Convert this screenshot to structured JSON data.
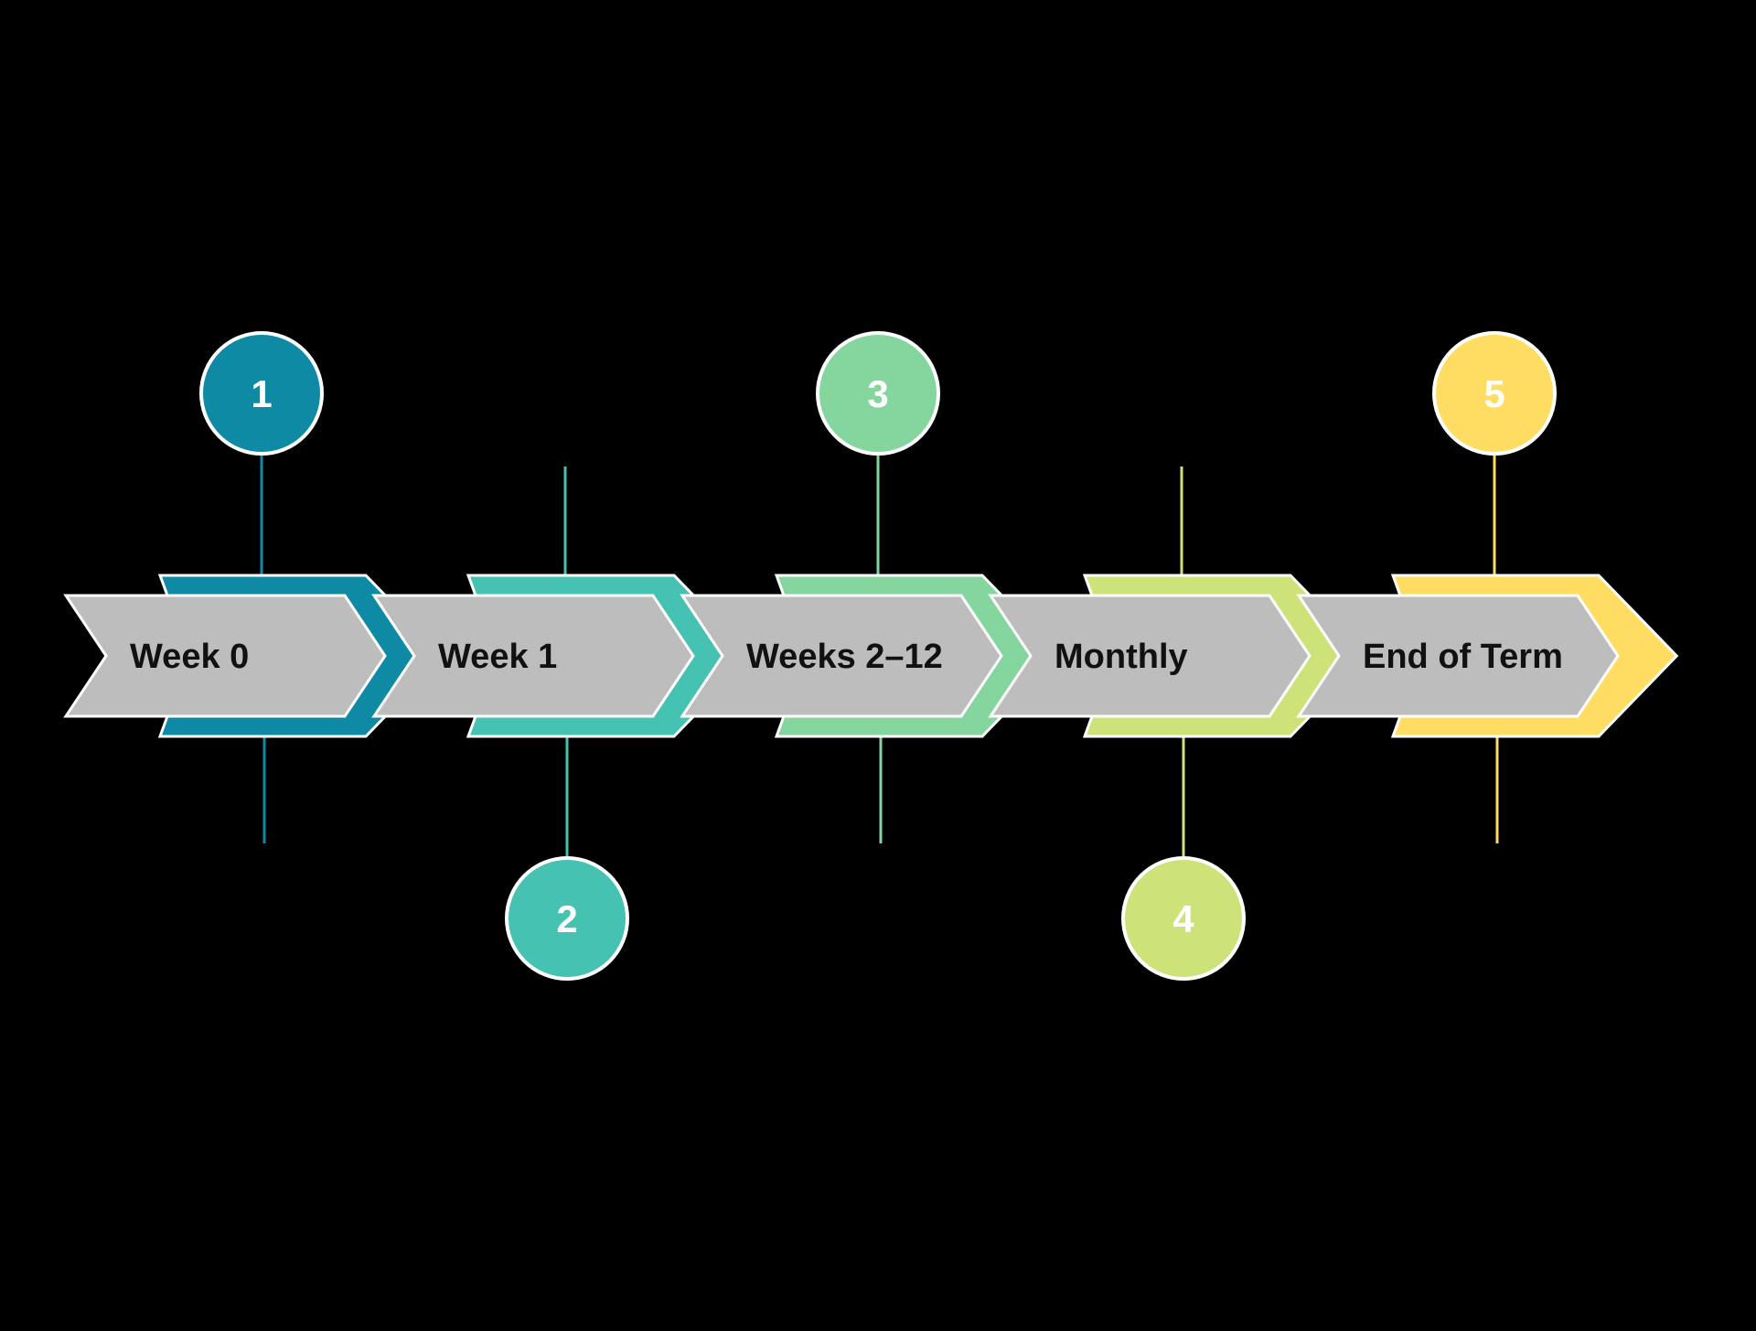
{
  "background": "#000000",
  "chevron_fill": "#bdbdbd",
  "outline_color": "#ffffff",
  "steps": [
    {
      "number": "1",
      "label": "Week 0",
      "color": "#0f8aa5",
      "circle_position": "top"
    },
    {
      "number": "2",
      "label": "Week 1",
      "color": "#45c2b2",
      "circle_position": "bottom"
    },
    {
      "number": "3",
      "label": "Weeks 2–12",
      "color": "#84d59e",
      "circle_position": "top"
    },
    {
      "number": "4",
      "label": "Monthly",
      "color": "#cde379",
      "circle_position": "bottom"
    },
    {
      "number": "5",
      "label": "End of Term",
      "color": "#fedd62",
      "circle_position": "top"
    }
  ]
}
